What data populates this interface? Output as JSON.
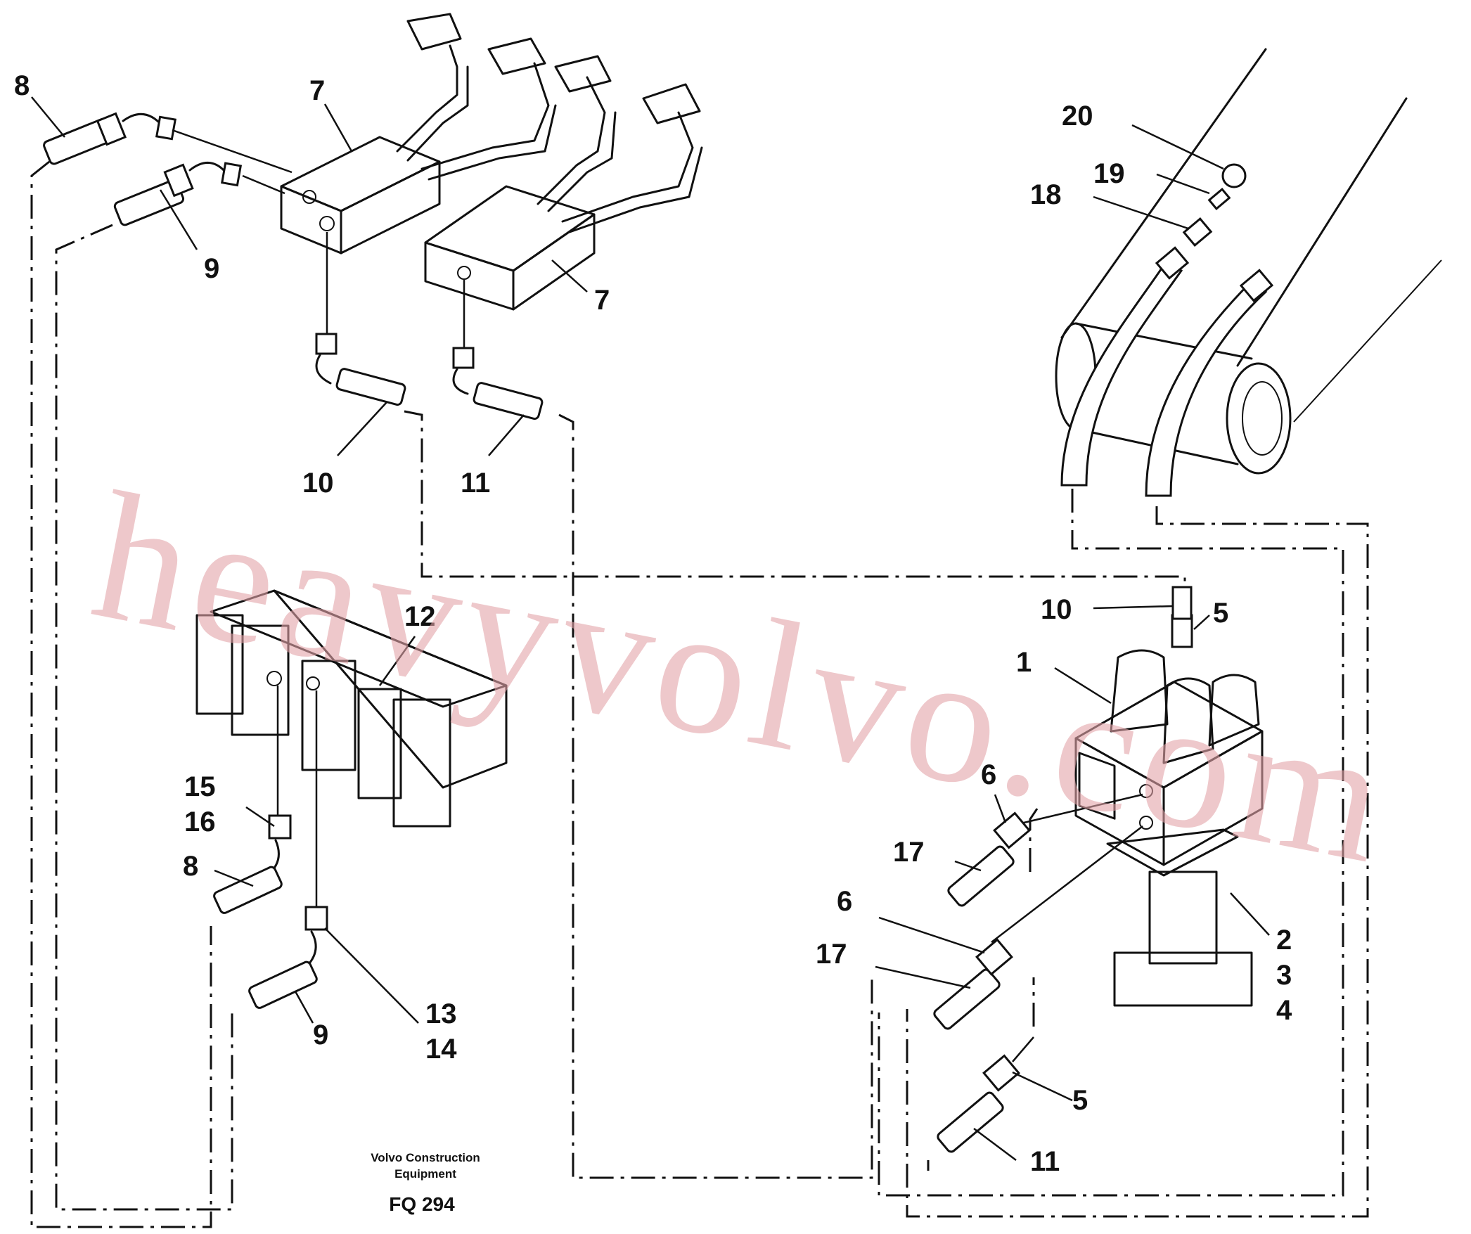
{
  "watermark": "heavyvolvo.com",
  "caption": {
    "maker_line1": "Volvo Construction",
    "maker_line2": "Equipment",
    "figure_code": "FQ 294"
  },
  "callouts": {
    "c8a": "8",
    "c9a": "9",
    "c7a": "7",
    "c7b": "7",
    "c10a": "10",
    "c11a": "11",
    "c20": "20",
    "c19": "19",
    "c18": "18",
    "c10b": "10",
    "c5a": "5",
    "c1": "1",
    "c12": "12",
    "c6a": "6",
    "c17a": "17",
    "c15": "15",
    "c16": "16",
    "c8b": "8",
    "c6b": "6",
    "c17b": "17",
    "c2": "2",
    "c3": "3",
    "c4": "4",
    "c9b": "9",
    "c13": "13",
    "c14": "14",
    "c5b": "5",
    "c11b": "11"
  }
}
